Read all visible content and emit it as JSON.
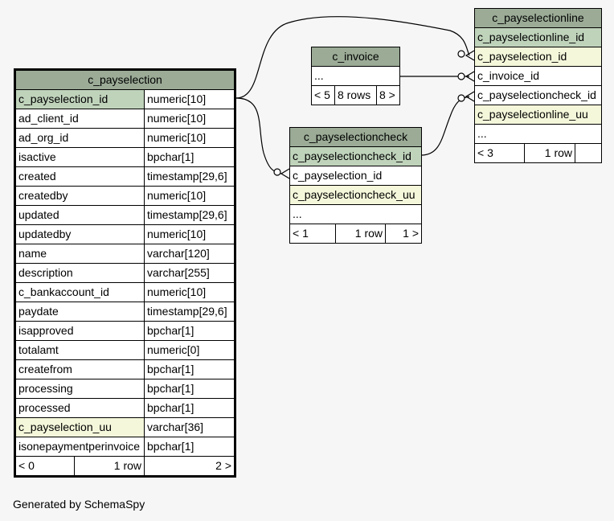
{
  "c_payselection": {
    "title": "c_payselection",
    "columns": [
      {
        "name": "c_payselection_id",
        "type": "numeric[10]"
      },
      {
        "name": "ad_client_id",
        "type": "numeric[10]"
      },
      {
        "name": "ad_org_id",
        "type": "numeric[10]"
      },
      {
        "name": "isactive",
        "type": "bpchar[1]"
      },
      {
        "name": "created",
        "type": "timestamp[29,6]"
      },
      {
        "name": "createdby",
        "type": "numeric[10]"
      },
      {
        "name": "updated",
        "type": "timestamp[29,6]"
      },
      {
        "name": "updatedby",
        "type": "numeric[10]"
      },
      {
        "name": "name",
        "type": "varchar[120]"
      },
      {
        "name": "description",
        "type": "varchar[255]"
      },
      {
        "name": "c_bankaccount_id",
        "type": "numeric[10]"
      },
      {
        "name": "paydate",
        "type": "timestamp[29,6]"
      },
      {
        "name": "isapproved",
        "type": "bpchar[1]"
      },
      {
        "name": "totalamt",
        "type": "numeric[0]"
      },
      {
        "name": "createfrom",
        "type": "bpchar[1]"
      },
      {
        "name": "processing",
        "type": "bpchar[1]"
      },
      {
        "name": "processed",
        "type": "bpchar[1]"
      },
      {
        "name": "c_payselection_uu",
        "type": "varchar[36]"
      },
      {
        "name": "isonepaymentperinvoice",
        "type": "bpchar[1]"
      }
    ],
    "footer": {
      "parents": "< 0",
      "rows": "1 row",
      "children": "2 >"
    }
  },
  "c_invoice": {
    "title": "c_invoice",
    "ellipsis": "...",
    "footer": {
      "parents": "< 5",
      "rows": "8 rows",
      "children": "8 >"
    }
  },
  "c_payselectioncheck": {
    "title": "c_payselectioncheck",
    "columns": [
      "c_payselectioncheck_id",
      "c_payselection_id",
      "c_payselectioncheck_uu"
    ],
    "ellipsis": "...",
    "footer": {
      "parents": "< 1",
      "rows": "1 row",
      "children": "1 >"
    }
  },
  "c_payselectionline": {
    "title": "c_payselectionline",
    "columns": [
      "c_payselectionline_id",
      "c_payselection_id",
      "c_invoice_id",
      "c_payselectioncheck_id",
      "c_payselectionline_uu"
    ],
    "ellipsis": "...",
    "footer": {
      "parents": "< 3",
      "rows": "1 row",
      "children": ""
    }
  },
  "footer_text": "Generated by SchemaSpy"
}
